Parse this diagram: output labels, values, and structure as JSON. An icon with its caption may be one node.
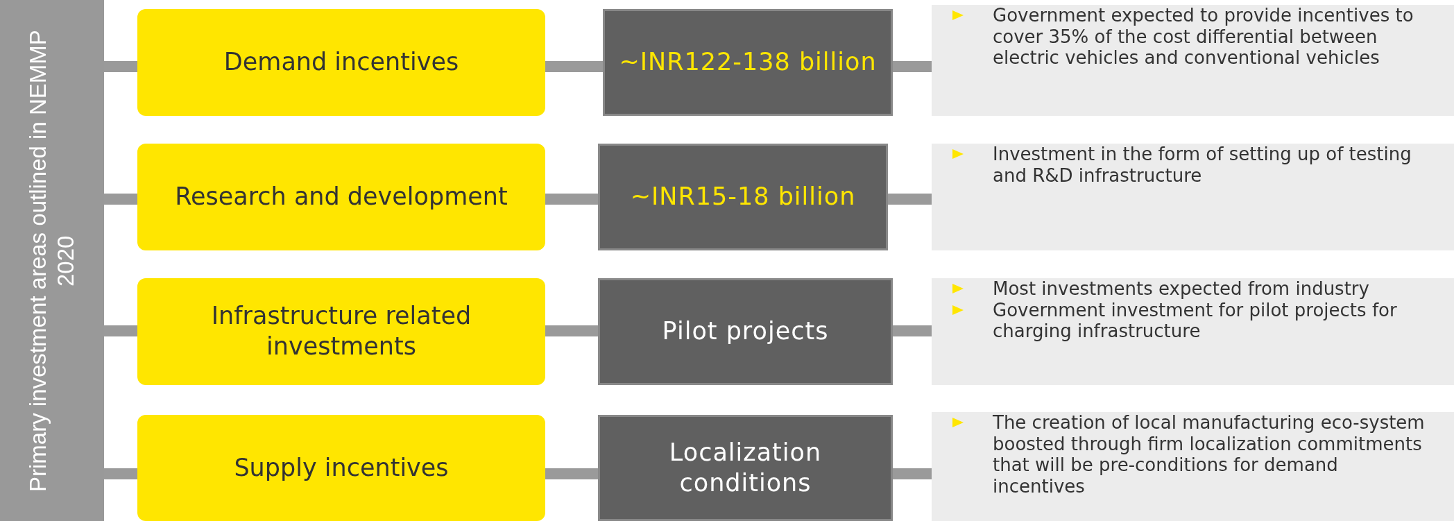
{
  "diagram": {
    "nodes": [
      {
        "text": [
          "Primary investment areas outlined in NEMMP 2020"
        ]
      },
      {
        "text": [
          "Demand incentives"
        ]
      },
      {
        "text": [
          "~INR122-138 billion"
        ]
      },
      {
        "text": [
          "Government expected to provide incentives to cover 35% of the cost differential between electric vehicles and conventional vehicles"
        ]
      },
      {
        "text": [
          "Research and development"
        ]
      },
      {
        "text": [
          "~INR15-18 billion"
        ]
      },
      {
        "text": [
          "Investment in the form of setting up of testing and R&D infrastructure"
        ]
      },
      {
        "text": [
          "Infrastructure related investments"
        ]
      },
      {
        "text": [
          "Pilot projects"
        ]
      },
      {
        "text": [
          "Most investments expected from industry",
          "Government investment for pilot projects for charging infrastructure"
        ]
      },
      {
        "text": [
          "Supply incentives"
        ]
      },
      {
        "text": [
          "Localization conditions"
        ]
      },
      {
        "text": [
          "The creation of local manufacturing eco-system boosted through firm localization commitments that will be pre-conditions for demand incentives"
        ]
      }
    ],
    "edges": [
      {
        "from": 0,
        "to": 1,
        "arrow": "none"
      },
      {
        "from": 1,
        "to": 2,
        "arrow": "none"
      },
      {
        "from": 2,
        "to": 3,
        "arrow": "none"
      },
      {
        "from": 0,
        "to": 4,
        "arrow": "none"
      },
      {
        "from": 4,
        "to": 5,
        "arrow": "none"
      },
      {
        "from": 5,
        "to": 6,
        "arrow": "none"
      },
      {
        "from": 0,
        "to": 7,
        "arrow": "none"
      },
      {
        "from": 7,
        "to": 8,
        "arrow": "none"
      },
      {
        "from": 8,
        "to": 9,
        "arrow": "none"
      },
      {
        "from": 0,
        "to": 10,
        "arrow": "none"
      },
      {
        "from": 10,
        "to": 11,
        "arrow": "none"
      },
      {
        "from": 11,
        "to": 12,
        "arrow": "none"
      }
    ]
  }
}
